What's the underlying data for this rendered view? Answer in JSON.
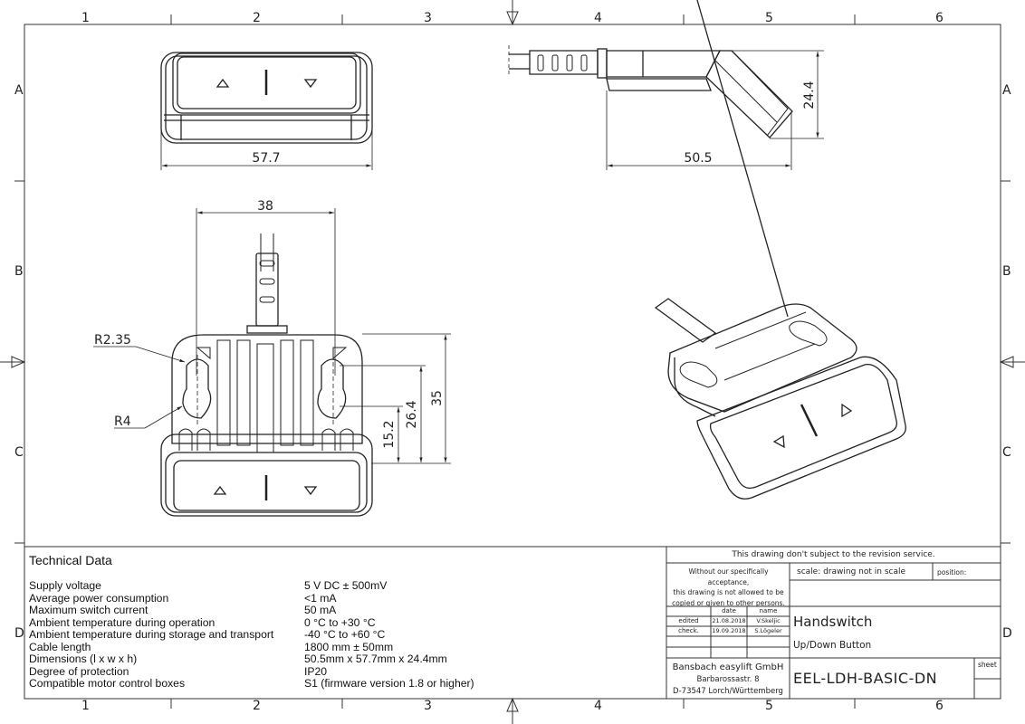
{
  "frame": {
    "columns": [
      "1",
      "2",
      "3",
      "4",
      "5",
      "6"
    ],
    "rows": [
      "A",
      "B",
      "C",
      "D"
    ]
  },
  "views": {
    "front_view": {
      "width_dim": "57.7",
      "up_icon": "triangle-up",
      "down_icon": "triangle-down"
    },
    "side_view": {
      "length_dim": "50.5",
      "height_dim": "24.4"
    },
    "bottom_view": {
      "hole_spacing_dim": "38",
      "radius_small": "R2.35",
      "radius_large": "R4",
      "dim_15": "15.2",
      "dim_26": "26.4",
      "dim_35": "35"
    },
    "iso_view": {
      "label": "isometric-view"
    }
  },
  "technical_data": {
    "title": "Technical Data",
    "rows": [
      {
        "label": "Supply voltage",
        "value": "5 V DC ± 500mV"
      },
      {
        "label": "Average power consumption",
        "value": "<1 mA"
      },
      {
        "label": "Maximum switch current",
        "value": "50 mA"
      },
      {
        "label": "Ambient temperature during operation",
        "value": " 0 °C to +30 °C"
      },
      {
        "label": "Ambient temperature during storage and transport",
        "value": "-40 °C to +60 °C"
      },
      {
        "label": "Cable length",
        "value": "1800 mm ± 50mm"
      },
      {
        "label": "Dimensions (l x w x h)",
        "value": "50.5mm x 57.7mm x 24.4mm"
      },
      {
        "label": "Degree of protection",
        "value": "IP20"
      },
      {
        "label": "Compatible motor control boxes",
        "value": "S1 (firmware version 1.8 or higher)"
      }
    ]
  },
  "title_block": {
    "revision_note": "This drawing don't subject to the revision service.",
    "copyright_lines": [
      "Without our specifically acceptance,",
      "this drawing is not allowed to be",
      "copied or given to other persons."
    ],
    "scale": "scale: drawing not in scale",
    "position_label": "position:",
    "date_header": "date",
    "name_header": "name",
    "edited_label": "edited",
    "edited_date": "21.08.2018",
    "edited_name": "V.Skeljic",
    "check_label": "check.",
    "check_date": "19.09.2018",
    "check_name": "S.Lögeler",
    "title": "Handswitch",
    "subtitle": "Up/Down Button",
    "company": "Bansbach easylift GmbH",
    "street": "Barbarossastr. 8",
    "city": "D-73547 Lorch/Württemberg",
    "part_number": "EEL-LDH-BASIC-DN",
    "sheet_label": "sheet"
  }
}
